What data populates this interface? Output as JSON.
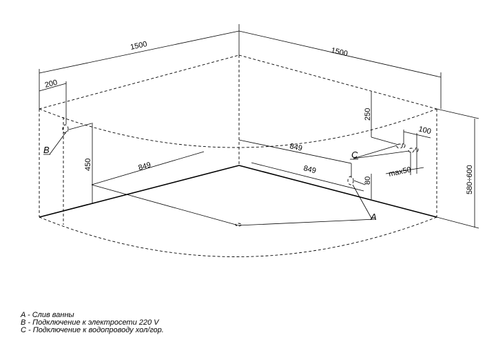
{
  "dimensions": {
    "width_left": "1500",
    "width_right": "1500",
    "offset_b": "200",
    "height_b": "450",
    "drain_left": "849",
    "drain_right_upper": "849",
    "drain_right_lower": "849",
    "height_c": "250",
    "height_a": "80",
    "spacing_c": "100",
    "max_c": "max50",
    "total_height": "580÷600"
  },
  "markers": {
    "a": "A",
    "b": "B",
    "c": "C"
  },
  "legend": [
    "A - Слив ванны",
    "B - Подключение к электросети 220 V",
    "C - Подключение к водопроводу хол/гор."
  ]
}
